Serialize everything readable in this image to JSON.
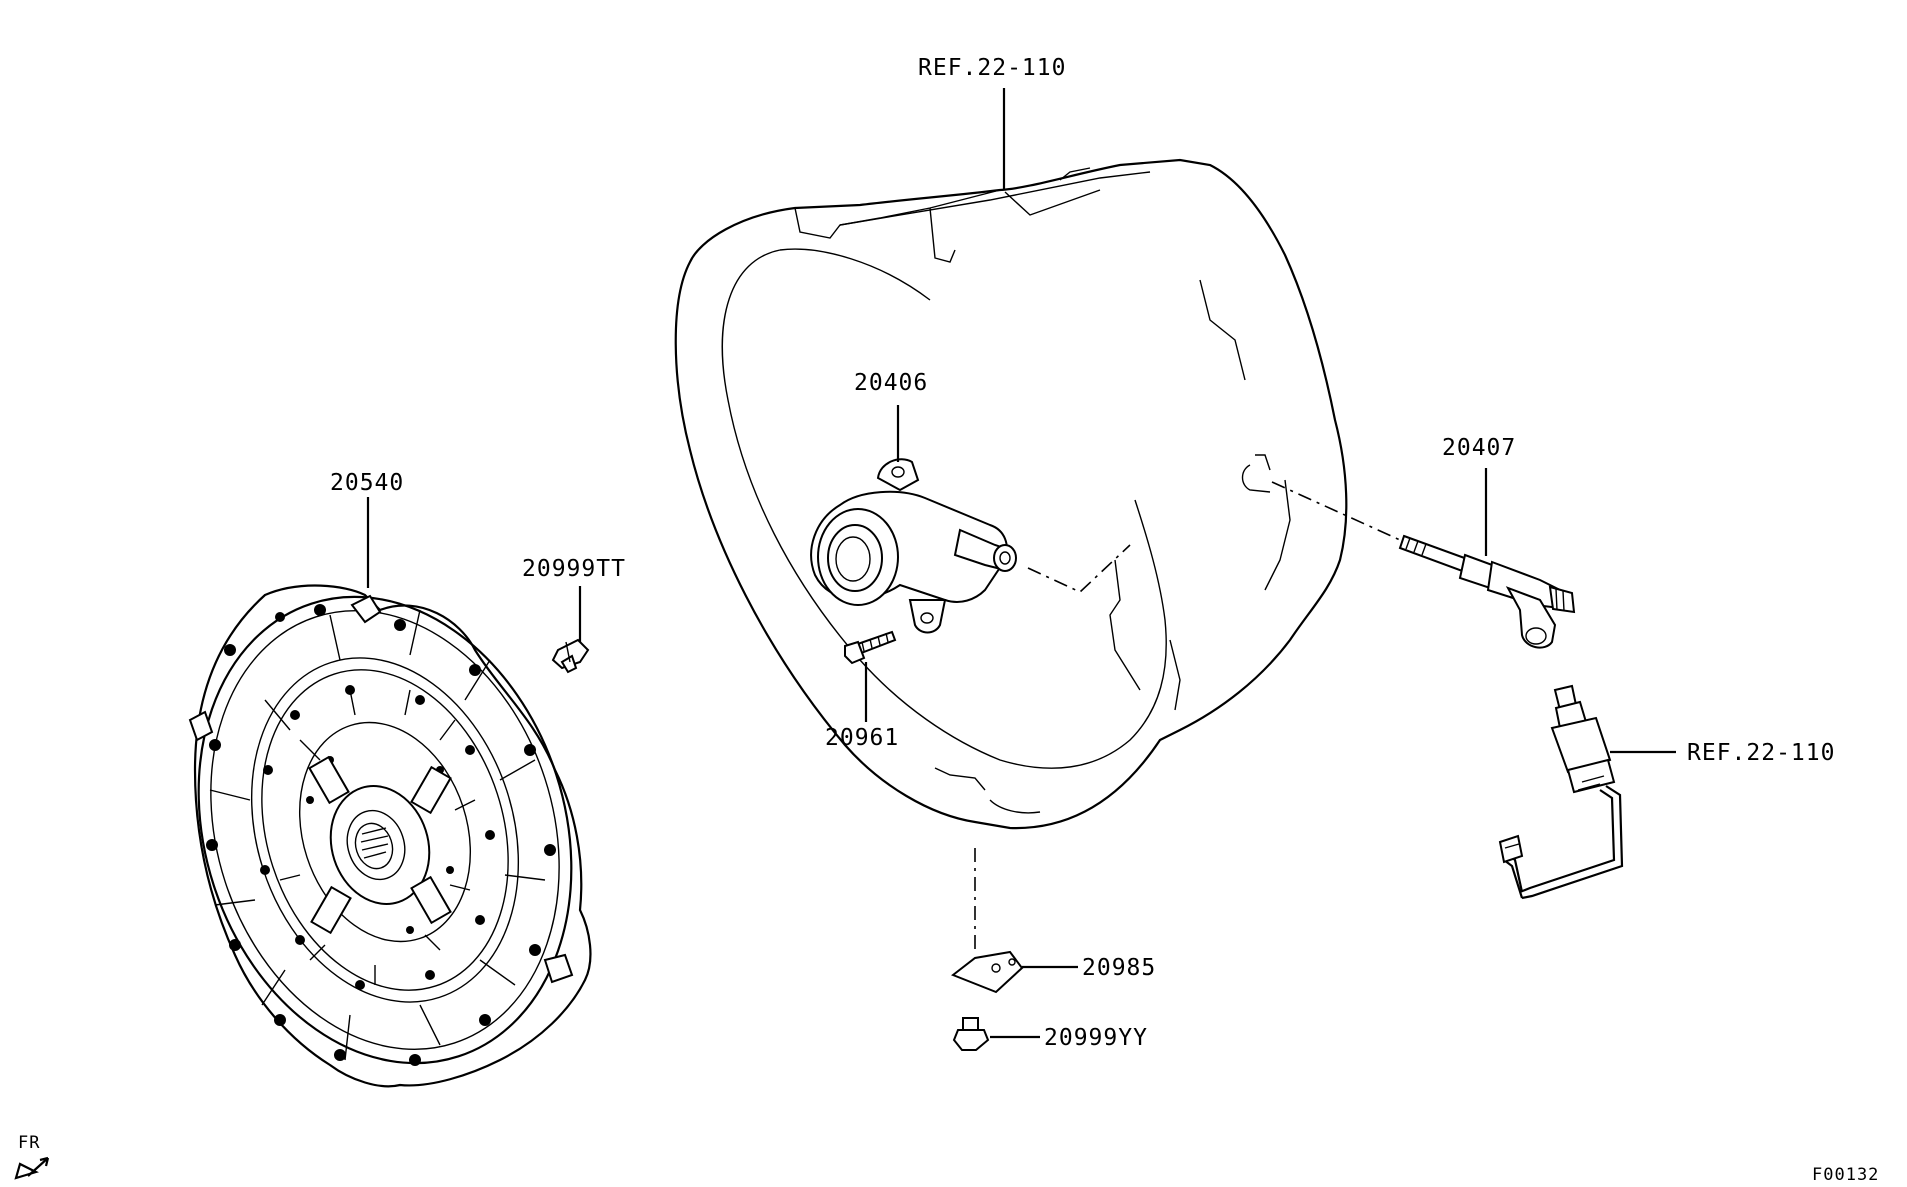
{
  "diagram": {
    "callouts": {
      "ref_top": "REF.22-110",
      "ref_right": "REF.22-110",
      "p20540": "20540",
      "p20999TT": "20999TT",
      "p20406": "20406",
      "p20961": "20961",
      "p20407": "20407",
      "p20985": "20985",
      "p20999YY": "20999YY"
    },
    "orientation": "FR",
    "figure_code": "F00132"
  }
}
